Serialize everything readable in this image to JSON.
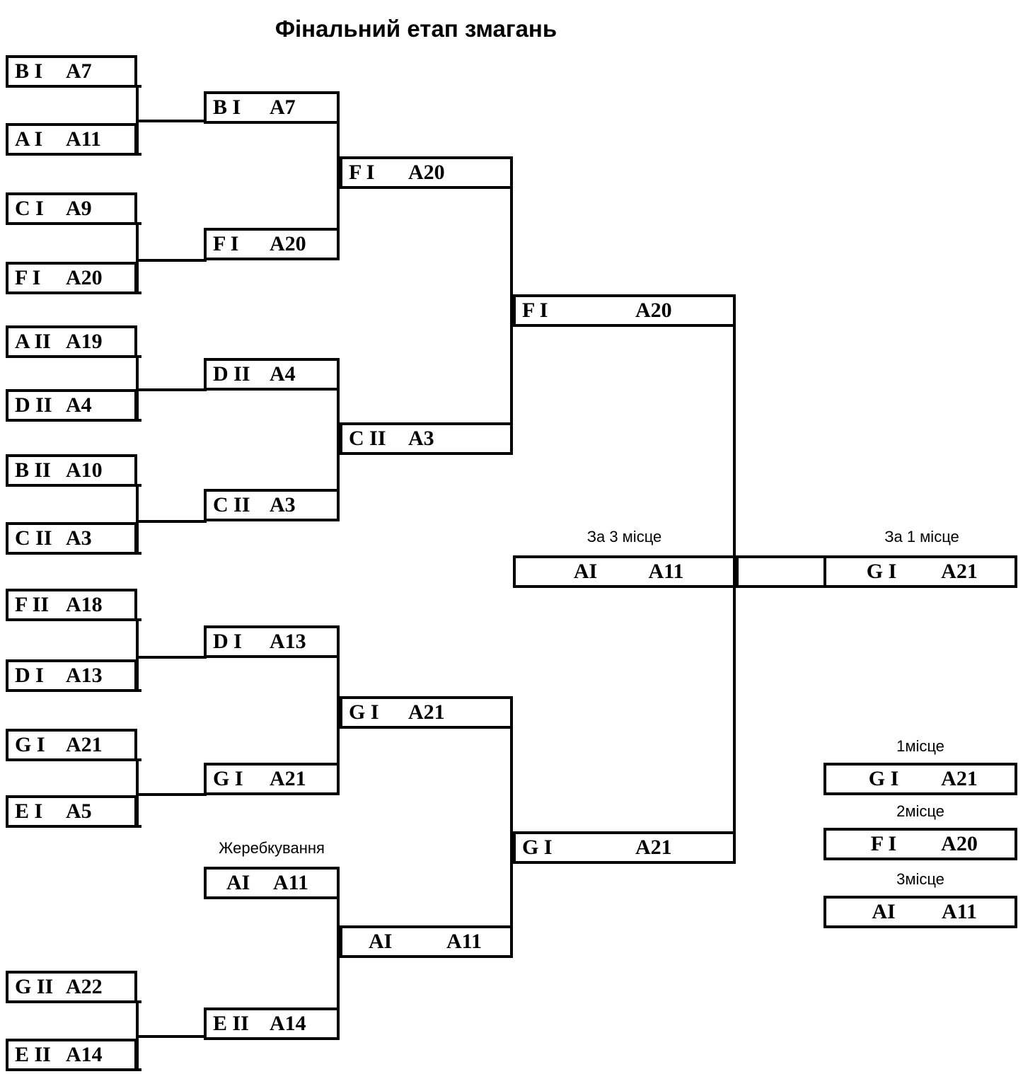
{
  "title": "Фінальний етап змагань",
  "captions": {
    "draw": "Жеребкування",
    "third_place": "За 3 місце",
    "first_place": "За 1 місце",
    "place1": "1місце",
    "place2": "2місце",
    "place3": "3місце"
  },
  "bracket": {
    "round1": [
      {
        "code": "B I",
        "num": "A7"
      },
      {
        "code": "A I",
        "num": "A11"
      },
      {
        "code": "C I",
        "num": "A9"
      },
      {
        "code": "F I",
        "num": "A20"
      },
      {
        "code": "A II",
        "num": "A19"
      },
      {
        "code": "D II",
        "num": "A4"
      },
      {
        "code": "B II",
        "num": "A10"
      },
      {
        "code": "C II",
        "num": "A3"
      },
      {
        "code": "F II",
        "num": "A18"
      },
      {
        "code": "D I",
        "num": "A13"
      },
      {
        "code": "G I",
        "num": "A21"
      },
      {
        "code": "E I",
        "num": "A5"
      },
      {
        "code": "G II",
        "num": "A22"
      },
      {
        "code": "E II",
        "num": "A14"
      }
    ],
    "round2": [
      {
        "code": "B I",
        "num": "A7"
      },
      {
        "code": "F I",
        "num": "A20"
      },
      {
        "code": "D II",
        "num": "A4"
      },
      {
        "code": "C II",
        "num": "A3"
      },
      {
        "code": "D I",
        "num": "A13"
      },
      {
        "code": "G I",
        "num": "A21"
      },
      {
        "code": "AI",
        "num": "A11"
      },
      {
        "code": "E II",
        "num": "A14"
      }
    ],
    "round3": [
      {
        "code": "F I",
        "num": "A20"
      },
      {
        "code": "C II",
        "num": "A3"
      },
      {
        "code": "G I",
        "num": "A21"
      },
      {
        "code": "AI",
        "num": "A11"
      }
    ],
    "round4": [
      {
        "code": "F I",
        "num": "A20"
      },
      {
        "code": "G I",
        "num": "A21"
      }
    ],
    "third_place_match": {
      "code": "AI",
      "num": "A11"
    },
    "first_place_match": {
      "code": "G I",
      "num": "A21"
    }
  },
  "standings": [
    {
      "place": "1місце",
      "code": "G I",
      "num": "A21"
    },
    {
      "place": "2місце",
      "code": "F I",
      "num": "A20"
    },
    {
      "place": "3місце",
      "code": "AI",
      "num": "A11"
    }
  ],
  "colors": {
    "line": "#000000",
    "background": "#ffffff",
    "text": "#000000"
  }
}
